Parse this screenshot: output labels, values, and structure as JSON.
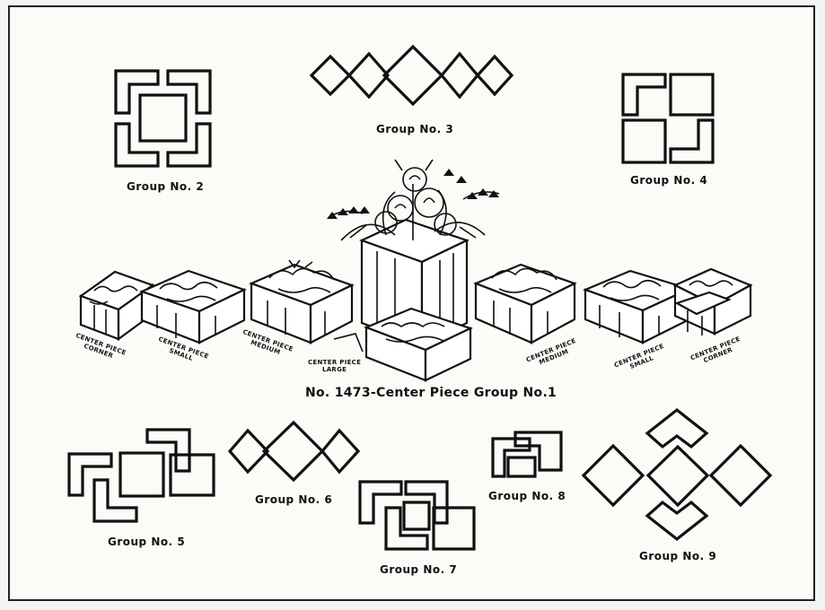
{
  "groups": {
    "g2": "Group No. 2",
    "g3": "Group No. 3",
    "g4": "Group No. 4",
    "g5": "Group No. 5",
    "g6": "Group No. 6",
    "g7": "Group No. 7",
    "g8": "Group No. 8",
    "g9": "Group No. 9"
  },
  "main_title": "No. 1473-Center Piece Group No.1",
  "captions": {
    "corner_left": [
      "CENTER PIECE",
      "CORNER"
    ],
    "small_left": [
      "CENTER PIECE",
      "SMALL"
    ],
    "medium_left": [
      "CENTER PIECE",
      "MEDIUM"
    ],
    "large": [
      "CENTER PIECE",
      "LARGE"
    ],
    "medium_right": [
      "CENTER PIECE",
      "MEDIUM"
    ],
    "small_right": [
      "CENTER PIECE",
      "SMALL"
    ],
    "corner_right": [
      "CENTER PIECE",
      "CORNER"
    ]
  }
}
